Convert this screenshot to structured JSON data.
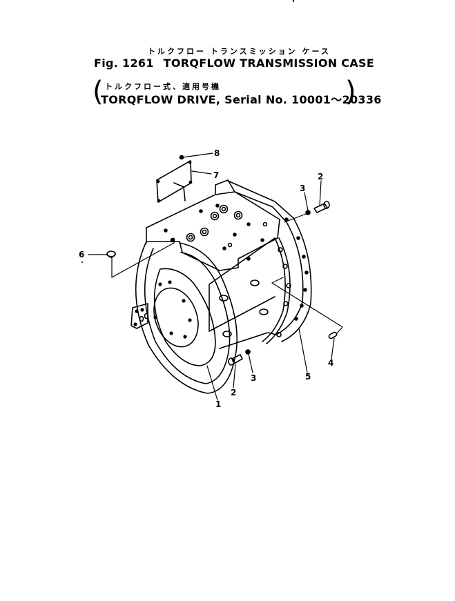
{
  "figure": {
    "japanese_title": "トルクフロー トランスミッション ケース",
    "figure_label": "Fig. 1261",
    "title": "TORQFLOW TRANSMISSION CASE",
    "subtitle_japanese": "トルクフロー式、適用号機",
    "subtitle": "TORQFLOW DRIVE, Serial No. 10001～20336",
    "open_paren": "(",
    "close_paren": ")"
  },
  "diagram": {
    "subject": "transmission-case",
    "callouts": [
      {
        "id": "callout-1",
        "label": "1",
        "part": "case"
      },
      {
        "id": "callout-2a",
        "label": "2",
        "part": "bolt-upper"
      },
      {
        "id": "callout-3a",
        "label": "3",
        "part": "washer-upper"
      },
      {
        "id": "callout-2b",
        "label": "2",
        "part": "bolt-lower"
      },
      {
        "id": "callout-3b",
        "label": "3",
        "part": "washer-lower"
      },
      {
        "id": "callout-4",
        "label": "4",
        "part": "dowel-pin"
      },
      {
        "id": "callout-5",
        "label": "5",
        "part": "flange"
      },
      {
        "id": "callout-6",
        "label": "6",
        "part": "plug"
      },
      {
        "id": "callout-7",
        "label": "7",
        "part": "cover-plate"
      },
      {
        "id": "callout-8",
        "label": "8",
        "part": "screw"
      }
    ]
  }
}
